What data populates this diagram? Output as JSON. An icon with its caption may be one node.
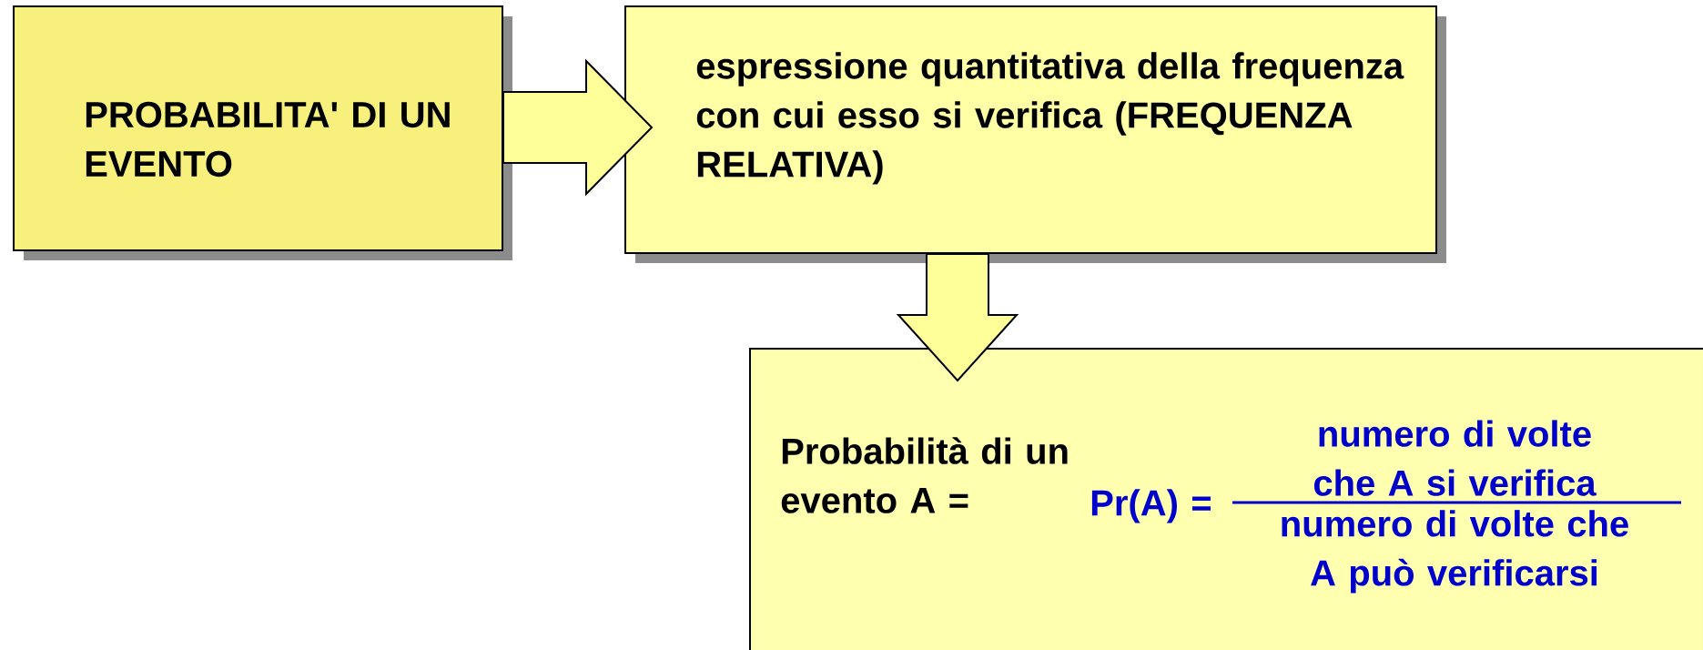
{
  "diagram": {
    "nodes": [
      {
        "text": [
          "PROBABILITA' DI UN EVENTO"
        ]
      },
      {
        "text": [
          "espressione quantitativa della frequenza con cui esso si verifica (FREQUENZA RELATIVA)"
        ]
      },
      {
        "text": [
          "Probabilità di un evento A =",
          "Pr(A) =",
          "numero di volte che A si verifica",
          "numero di volte che A può verificarsi"
        ]
      }
    ],
    "edges": [
      {
        "from": 0,
        "to": 1,
        "arrow": "to"
      },
      {
        "from": 1,
        "to": 2,
        "arrow": "to"
      }
    ]
  }
}
